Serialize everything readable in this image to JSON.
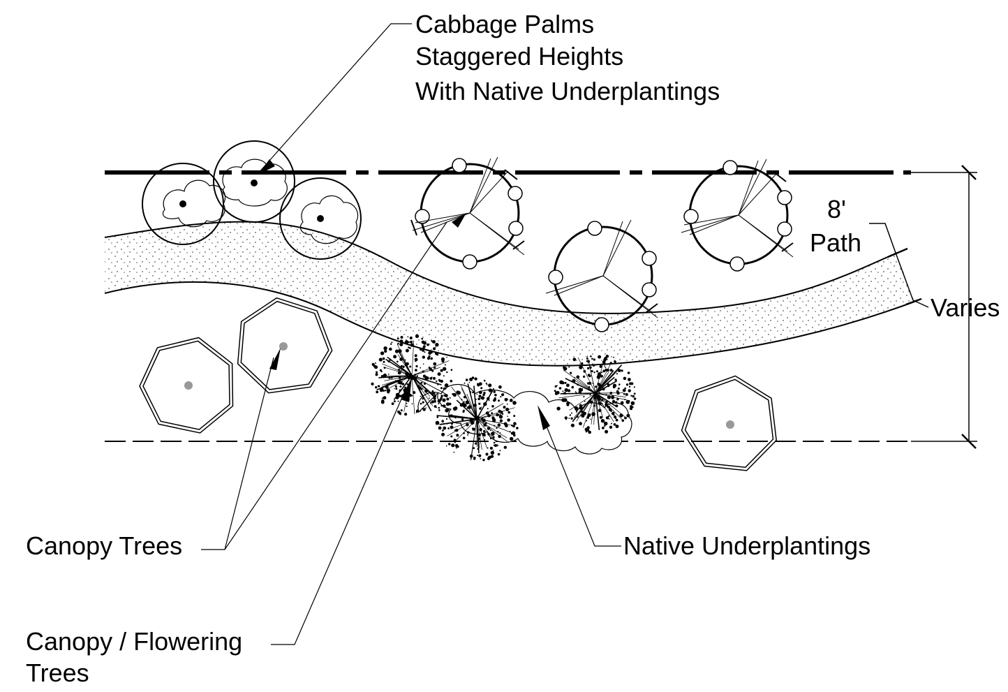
{
  "labels": {
    "cabbage_palms": [
      "Cabbage Palms",
      "Staggered Heights",
      "With Native Underplantings"
    ],
    "path_width": "8'",
    "path_word": "Path",
    "varies": "Varies",
    "canopy_trees": "Canopy Trees",
    "native_underplantings": "Native Underplantings",
    "canopy_flowering": [
      "Canopy / Flowering",
      "Trees"
    ]
  },
  "colors": {
    "ink": "#000000",
    "stipple": "#555555",
    "center_dot": "#999999"
  },
  "symbols": {
    "cabbage_palm": "circle-with-cloud-outline",
    "flowering_tree": "circle-with-lobes-and-radial-lines",
    "canopy_tree": "double-line-heptagon",
    "underplanting": "stipple-burst-with-cloud"
  }
}
